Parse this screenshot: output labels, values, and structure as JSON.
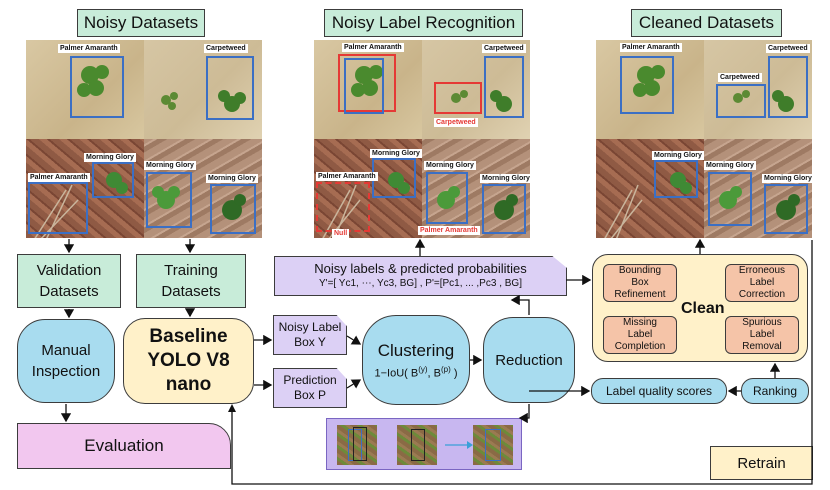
{
  "sections": {
    "noisy_datasets": "Noisy Datasets",
    "noisy_label_recognition": "Noisy Label Recognition",
    "cleaned_datasets": "Cleaned Datasets"
  },
  "labels": {
    "palmer_amaranth": "Palmer Amaranth",
    "carpetweed": "Carpetweed",
    "morning_glory": "Morning Glory",
    "null": "Null"
  },
  "boxes": {
    "validation": "Validation Datasets",
    "training": "Training Datasets",
    "manual_inspection": "Manual Inspection",
    "baseline": "Baseline YOLO V8 nano",
    "evaluation": "Evaluation",
    "noisy_label_box": "Noisy Label Box Y",
    "prediction_box": "Prediction Box P",
    "clustering": "Clustering",
    "clustering_formula_prefix": "1−IoU( B",
    "clustering_formula_sup1": "(y)",
    "clustering_formula_mid": ", B",
    "clustering_formula_sup2": "(p)",
    "clustering_formula_suffix": " )",
    "reduction": "Reduction",
    "noisy_labels_title": "Noisy labels & predicted probabilities",
    "noisy_labels_formula": "Y'=[ Yc1, ⋯, Yc3, BG] , P'=[Pc1, ... ,Pc3 , BG]",
    "clean": "Clean",
    "bbox_refinement": "Bounding Box Refinement",
    "erroneous_label": "Erroneous Label Correction",
    "missing_label": "Missing Label Completion",
    "spurious_label": "Spurious Label Removal",
    "label_quality": "Label quality scores",
    "ranking": "Ranking",
    "retrain": "Retrain"
  },
  "colors": {
    "title_green": "#c8ecd9",
    "process_blue": "#a8dcef",
    "model_cream": "#fff1c9",
    "input_purple": "#dcd0f5",
    "clean_orange": "#f5c4a8",
    "bbox_blue": "#3b6fc4",
    "bbox_red": "#e53935",
    "evaluation_pink": "#f2c7ef"
  }
}
